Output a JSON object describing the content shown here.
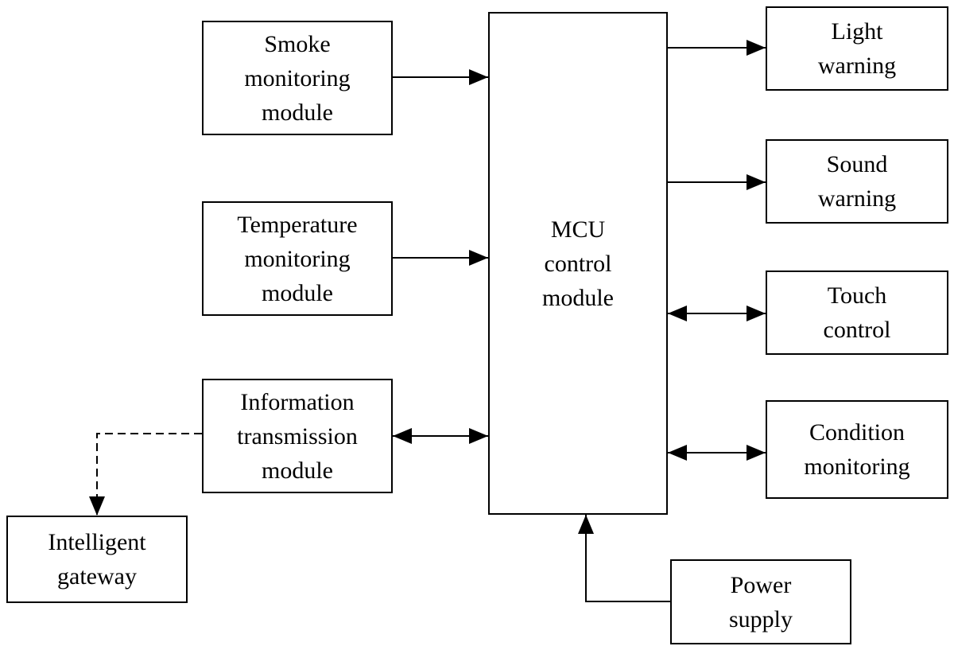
{
  "blocks": {
    "smoke": {
      "lines": [
        "Smoke",
        "monitoring",
        "module"
      ]
    },
    "temp": {
      "lines": [
        "Temperature",
        "monitoring",
        "module"
      ]
    },
    "info": {
      "lines": [
        "Information",
        "transmission",
        "module"
      ]
    },
    "gateway": {
      "lines": [
        "Intelligent",
        "gateway"
      ]
    },
    "mcu": {
      "lines": [
        "MCU",
        "control",
        "module"
      ]
    },
    "light": {
      "lines": [
        "Light",
        "warning"
      ]
    },
    "sound": {
      "lines": [
        "Sound",
        "warning"
      ]
    },
    "touch": {
      "lines": [
        "Touch",
        "control"
      ]
    },
    "cond": {
      "lines": [
        "Condition",
        "monitoring"
      ]
    },
    "power": {
      "lines": [
        "Power",
        "supply"
      ]
    }
  },
  "connections": [
    {
      "from": "smoke",
      "to": "mcu",
      "direction": "one-way",
      "style": "solid"
    },
    {
      "from": "temp",
      "to": "mcu",
      "direction": "one-way",
      "style": "solid"
    },
    {
      "from": "info",
      "to": "mcu",
      "direction": "two-way",
      "style": "solid"
    },
    {
      "from": "info",
      "to": "gateway",
      "direction": "one-way",
      "style": "dashed"
    },
    {
      "from": "mcu",
      "to": "light",
      "direction": "one-way",
      "style": "solid"
    },
    {
      "from": "mcu",
      "to": "sound",
      "direction": "one-way",
      "style": "solid"
    },
    {
      "from": "mcu",
      "to": "touch",
      "direction": "two-way",
      "style": "solid"
    },
    {
      "from": "mcu",
      "to": "cond",
      "direction": "two-way",
      "style": "solid"
    },
    {
      "from": "power",
      "to": "mcu",
      "direction": "one-way",
      "style": "solid"
    }
  ]
}
